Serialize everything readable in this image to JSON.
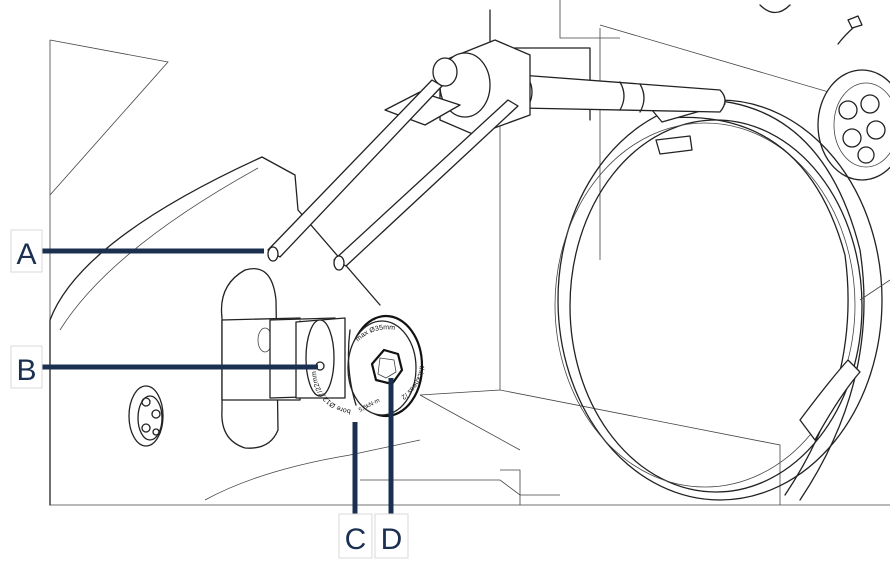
{
  "callouts": {
    "a": "A",
    "b": "B",
    "c": "C",
    "d": "D"
  },
  "nut_marking": {
    "top": "max Ø35mm",
    "right": "thickness /2",
    "left": "bore Ø12,7/22mm",
    "bottom": "5,6kN·m"
  },
  "colors": {
    "leader": "#1b3050",
    "outline": "#222222",
    "label_text": "#1b3050"
  }
}
